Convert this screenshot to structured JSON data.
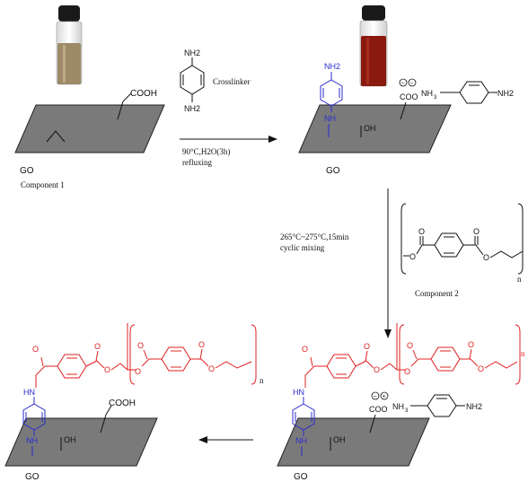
{
  "colors": {
    "sheet": "#7a7a7a",
    "blue": "#2b2bd0",
    "red": "#e02020",
    "vial1": "#9d8a68",
    "vial2": "#8a1a10"
  },
  "labels": {
    "cooh": "COOH",
    "nh2": "NH2",
    "nh": "NH",
    "oh": "OH",
    "hn": "HN",
    "o": "O",
    "n": "n",
    "coo": "COO",
    "nh3": "NH",
    "nh3_sub": "3",
    "minus": "−",
    "plus": "+",
    "go": "GO",
    "crosslinker": "Crosslinker",
    "component1": "Component 1",
    "component2": "Component 2",
    "step1_conditions": "90°C,H2O(3h)",
    "step1_conditions2": "refluxing",
    "step2_conditions": "265°C~275°C,15min",
    "step2_conditions2": "cyclic mixing"
  }
}
